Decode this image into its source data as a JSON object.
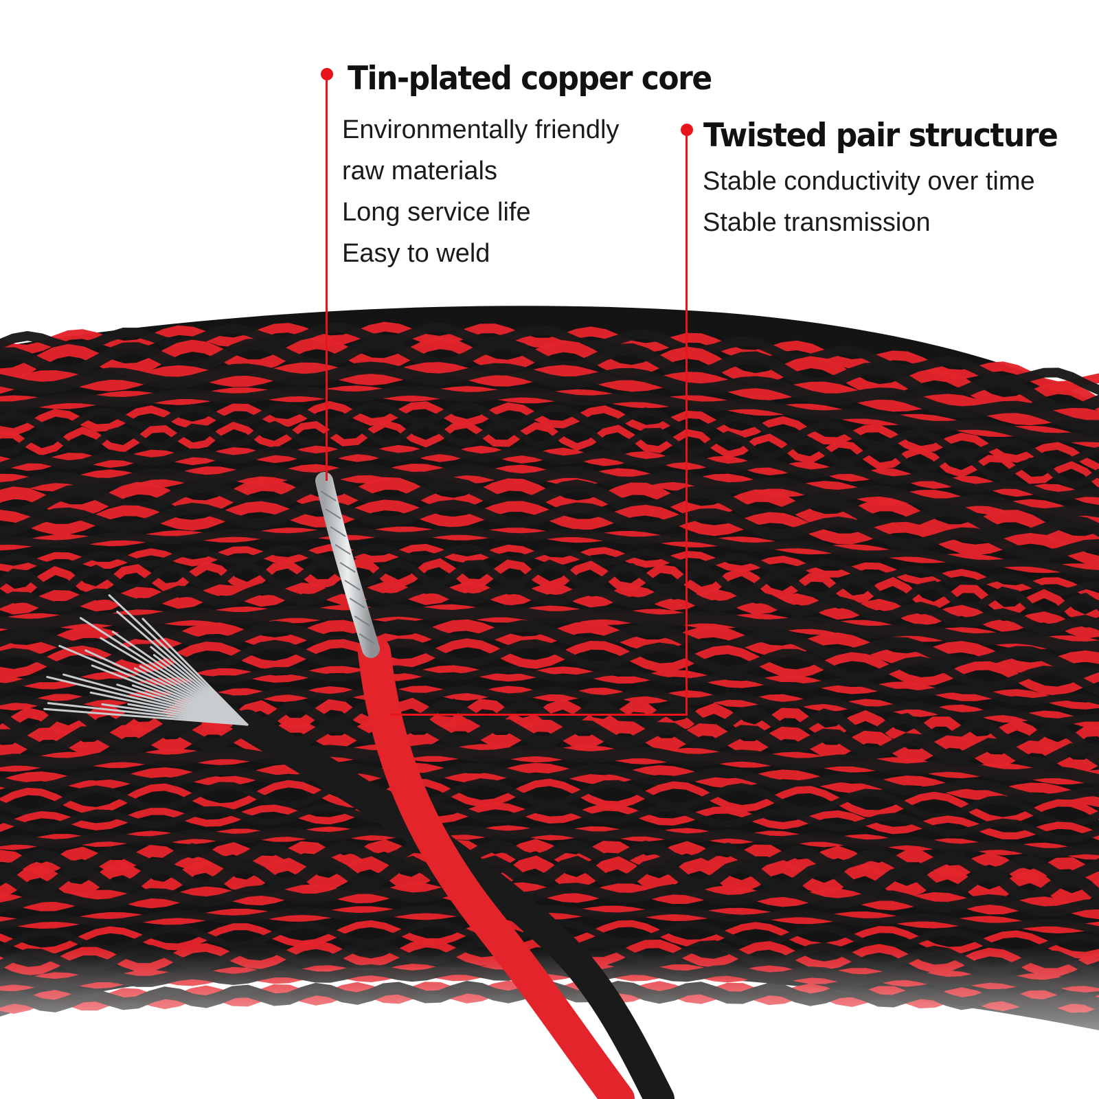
{
  "callouts": [
    {
      "title": "Tin-plated copper core",
      "lines": [
        "Environmentally friendly",
        "raw materials",
        "Long service life",
        "Easy to weld"
      ]
    },
    {
      "title": "Twisted pair structure",
      "lines": [
        "Stable conductivity over time",
        "Stable transmission"
      ]
    }
  ],
  "colors": {
    "accent": "#e8141a",
    "wire_red": "#e3242b",
    "wire_black": "#1a1a1a",
    "copper_strand": "#c9cccf",
    "background": "#ffffff"
  }
}
